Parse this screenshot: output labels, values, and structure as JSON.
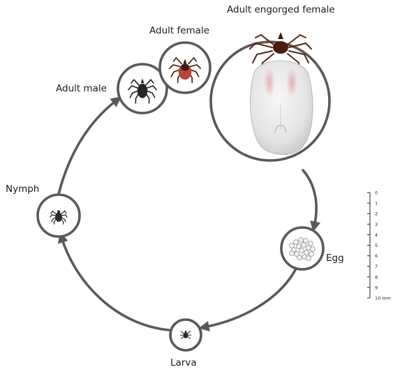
{
  "stages": {
    "adult_engorged_female": "Adult engorged female",
    "adult_female": "Adult female",
    "adult_male": "Adult male",
    "nymph": "Nymph",
    "egg": "Egg",
    "larva": "Larva"
  },
  "scale": {
    "ticks": [
      "0",
      "1",
      "2",
      "3",
      "4",
      "5",
      "6",
      "7",
      "8",
      "9",
      "10 mm"
    ]
  },
  "colors": {
    "cycle_line": "#595959",
    "tick_dark": "#1e1e1e",
    "tick_red": "#8a2e1c",
    "engorged_body": "#e6e6e6"
  }
}
